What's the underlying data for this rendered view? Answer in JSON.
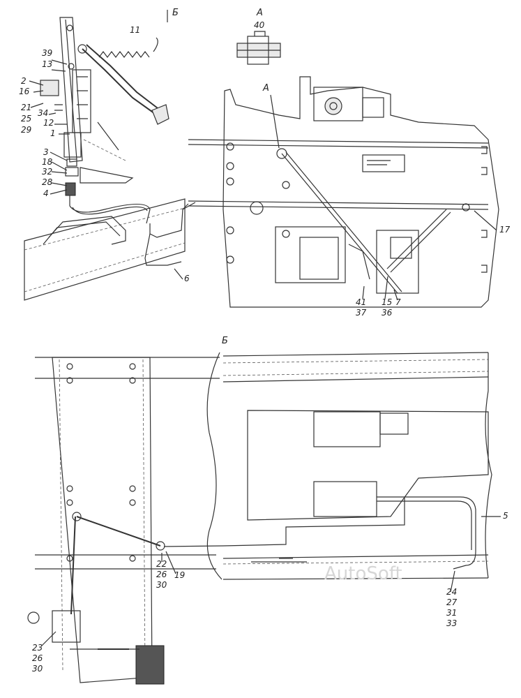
{
  "views": {
    "view_b_top": "Б",
    "view_a": "А",
    "marker_a": "А",
    "view_b_bottom": "Б"
  },
  "callouts": {
    "c11": "11",
    "c40": "40",
    "c39": "39",
    "c13": "13",
    "c2": "2",
    "c16": "16",
    "c21": "21",
    "c34": "34",
    "c25": "25",
    "c29": "29",
    "c12": "12",
    "c1": "1",
    "c3": "3",
    "c18": "18",
    "c32": "32",
    "c28": "28",
    "c4": "4",
    "c6": "6",
    "c17": "17",
    "c41": "41",
    "c37": "37",
    "c15": "15",
    "c36": "36",
    "c7": "7",
    "c5": "5",
    "c22": "22",
    "c26a": "26",
    "c30a": "30",
    "c19": "19",
    "c24": "24",
    "c27": "27",
    "c31": "31",
    "c33": "33",
    "c23": "23",
    "c26b": "26",
    "c30b": "30"
  },
  "watermark": "AutoSoft"
}
